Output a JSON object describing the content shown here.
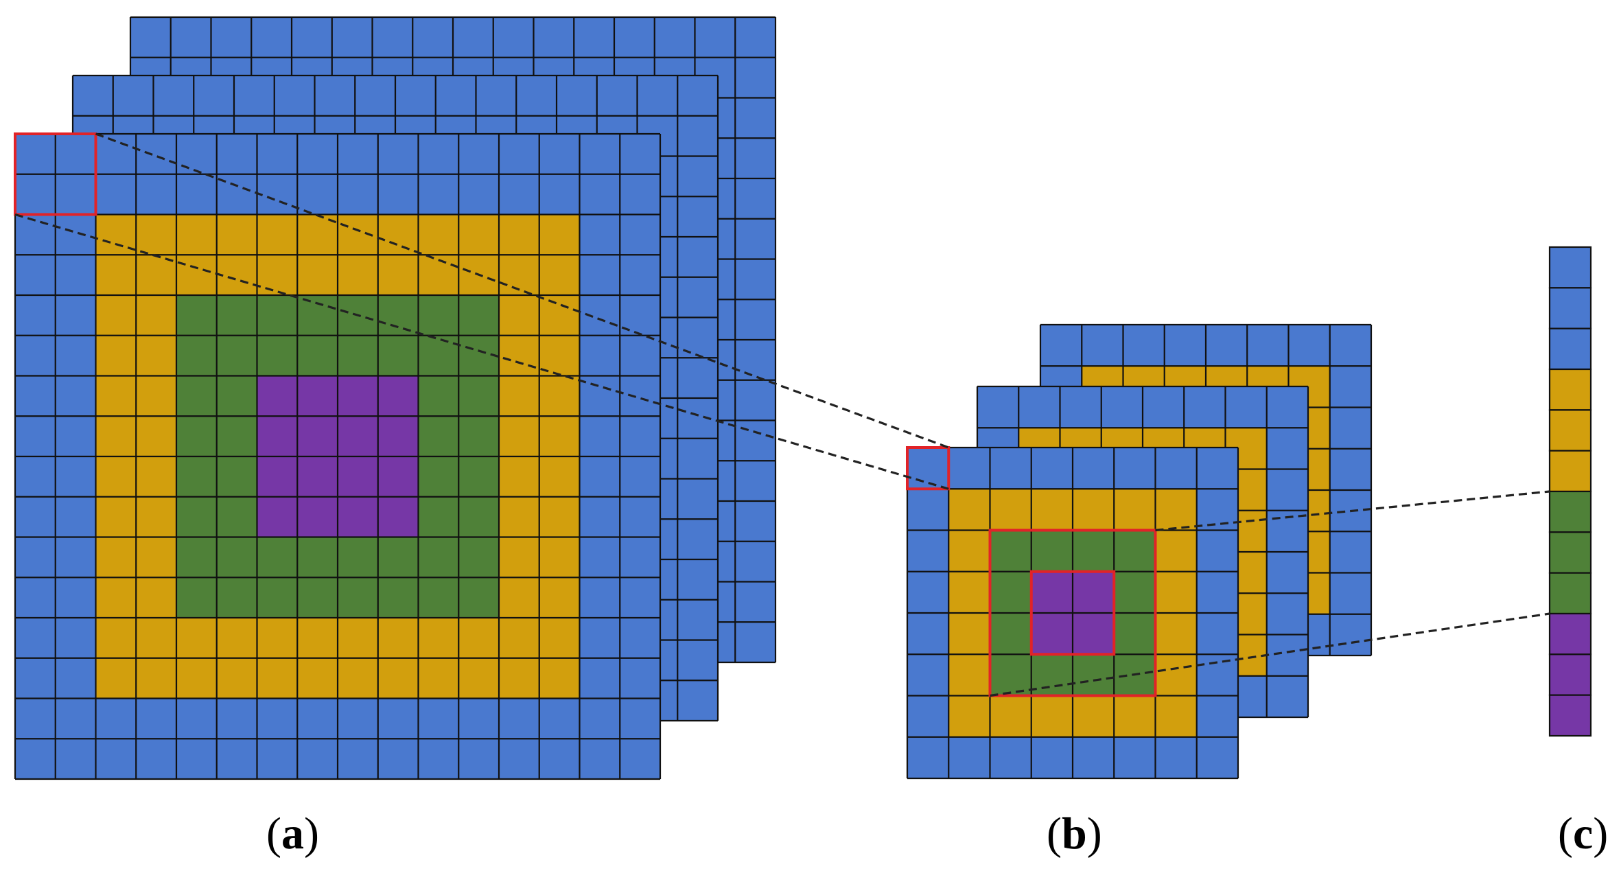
{
  "labels": {
    "a_open": "(",
    "a_letter": "a",
    "a_close": ")",
    "b_open": "(",
    "b_letter": "b",
    "b_close": ")",
    "c_open": "(",
    "c_letter": "c",
    "c_close": ")"
  },
  "colors": {
    "blue": "#4a79cf",
    "yellow": "#d29f0d",
    "green": "#4f8138",
    "purple": "#7637a6",
    "grid": "#111111",
    "highlight": "#e12328",
    "connector": "#222222"
  },
  "panel_a": {
    "grid_cells": 16,
    "band_rings": [
      "blue",
      "blue",
      "yellow",
      "yellow",
      "green",
      "green",
      "purple",
      "purple"
    ],
    "stack_layers": 3
  },
  "panel_b": {
    "grid_cells": 8,
    "band_rings": [
      "blue",
      "yellow",
      "green",
      "purple"
    ],
    "stack_layers": 3
  },
  "panel_c": {
    "cells": [
      "blue",
      "blue",
      "blue",
      "yellow",
      "yellow",
      "yellow",
      "green",
      "green",
      "green",
      "purple",
      "purple",
      "purple"
    ]
  }
}
